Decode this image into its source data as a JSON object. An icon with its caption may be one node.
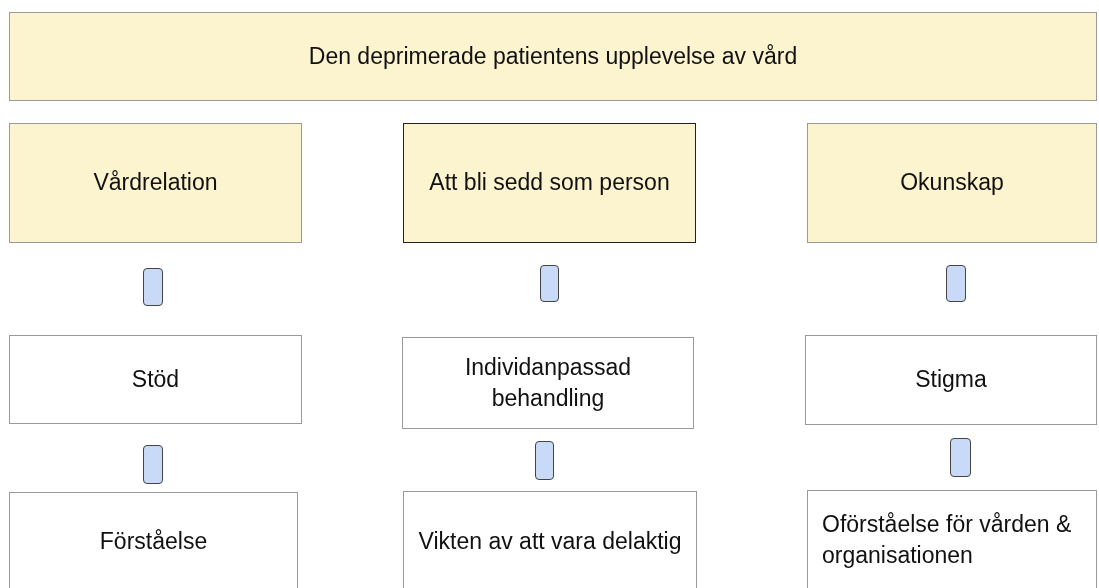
{
  "diagram": {
    "nodes": [
      {
        "text": [
          "Den deprimerade patientens upplevelse av vård"
        ]
      },
      {
        "text": [
          "Vårdrelation"
        ]
      },
      {
        "text": [
          "Att bli sedd som person"
        ]
      },
      {
        "text": [
          "Okunskap"
        ]
      },
      {
        "text": [],
        "shape": "box"
      },
      {
        "text": [],
        "shape": "box"
      },
      {
        "text": [],
        "shape": "box"
      },
      {
        "text": [
          "Stöd"
        ]
      },
      {
        "text": [
          "Individanpassad behandling"
        ]
      },
      {
        "text": [
          "Stigma"
        ]
      },
      {
        "text": [],
        "shape": "box"
      },
      {
        "text": [],
        "shape": "box"
      },
      {
        "text": [],
        "shape": "box"
      },
      {
        "text": [
          "Förståelse"
        ]
      },
      {
        "text": [
          "Vikten av att vara delaktig"
        ]
      },
      {
        "text": [
          "Oförståelse för vården & organisationen"
        ]
      }
    ]
  }
}
